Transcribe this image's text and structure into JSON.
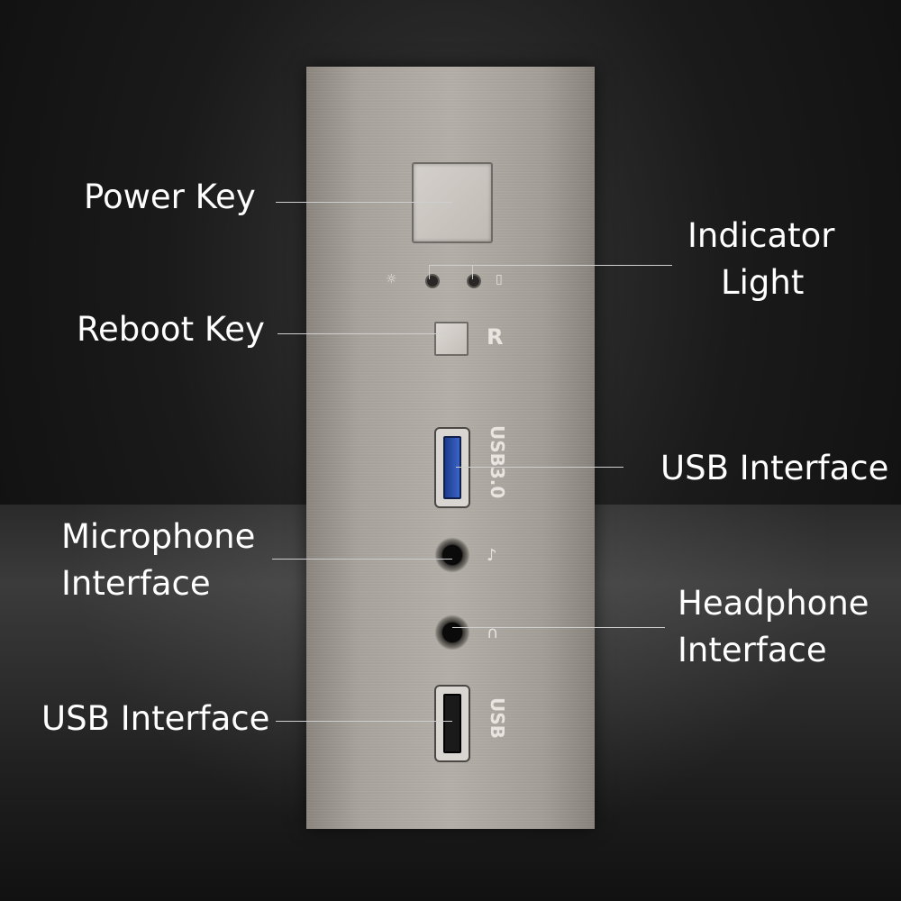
{
  "labels": {
    "power_key": "Power Key",
    "indicator_light_1": "Indicator",
    "indicator_light_2": "Light",
    "reboot_key": "Reboot Key",
    "usb_interface_top": "USB Interface",
    "microphone_1": "Microphone",
    "microphone_2": "Interface",
    "headphone_1": "Headphone",
    "headphone_2": "Interface",
    "usb_interface_bottom": "USB Interface"
  },
  "panel_markings": {
    "reboot_letter": "R",
    "usb3_text": "USB3.0",
    "usb_text": "USB"
  },
  "icons": {
    "power_led": "bulb-icon",
    "hdd_led": "disk-icon",
    "microphone": "microphone-icon",
    "headphone": "headphone-icon"
  },
  "colors": {
    "panel": "#b3aea7",
    "usb3_accent": "#2a4fb0",
    "label_text": "#ffffff"
  }
}
